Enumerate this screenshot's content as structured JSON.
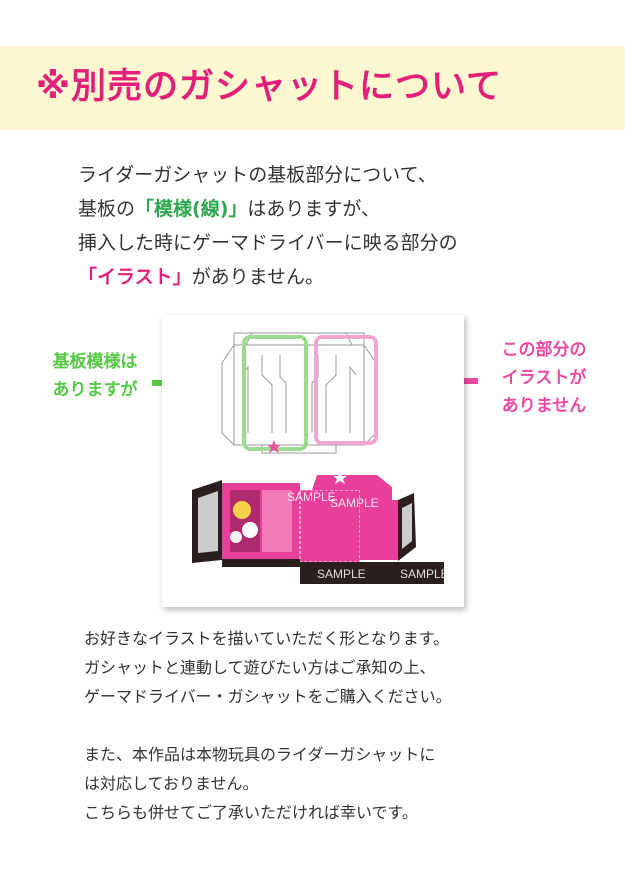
{
  "header": {
    "title": "※別売のガシャットについて",
    "background_color": "#fdf8cf",
    "title_color": "#e2207c"
  },
  "intro": {
    "line1": "ライダーガシャットの基板部分について、",
    "line2_pre": "基板の",
    "line2_highlight": "「模様(線)」",
    "line2_post": "はありますが、",
    "line3": "挿入した時にゲーマドライバーに映る部分の",
    "line4_highlight": "「イラスト」",
    "line4_post": "がありません。"
  },
  "callouts": {
    "left": {
      "line1": "基板模様は",
      "line2": "ありますが",
      "color": "#55c845"
    },
    "right": {
      "line1": "この部分の",
      "line2": "イラストが",
      "line3": "ありません",
      "color": "#ec4aa0"
    }
  },
  "figure": {
    "watermark": "SAMPLE",
    "accent_color": "#ec4aa0"
  },
  "body": {
    "p1_line1": "お好きなイラストを描いていただく形となります。",
    "p1_line2": "ガシャットと連動して遊びたい方はご承知の上、",
    "p1_line3": "ゲーマドライバー・ガシャットをご購入ください。",
    "p2_line1": "また、本作品は本物玩具のライダーガシャットに",
    "p2_line2": "は対応しておりません。",
    "p2_line3": "こちらも併せてご了承いただければ幸いです。"
  }
}
